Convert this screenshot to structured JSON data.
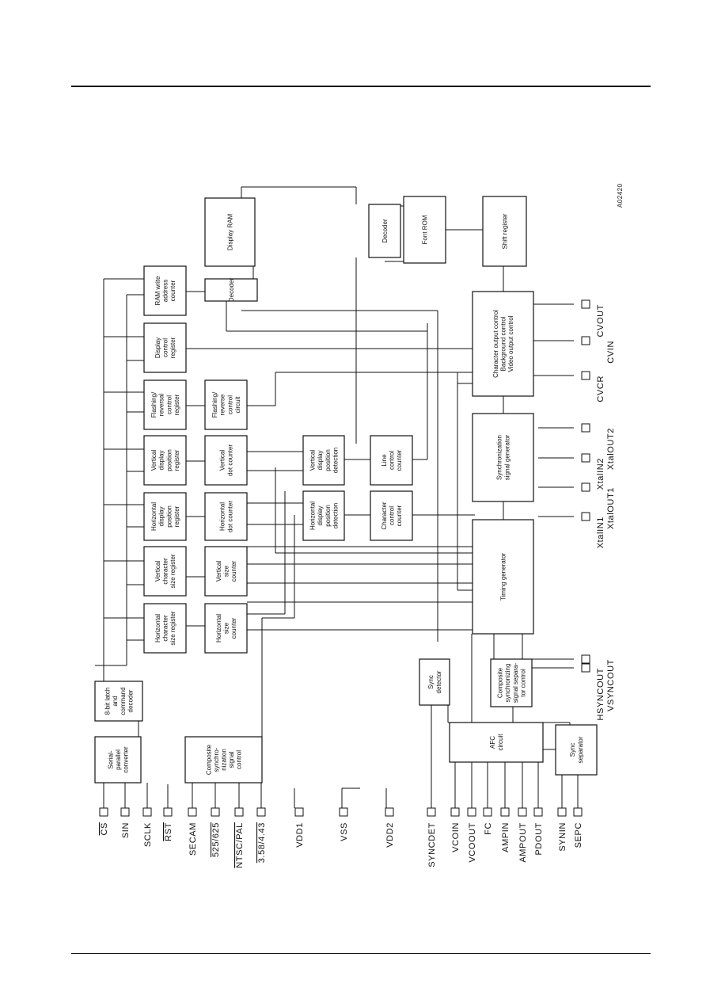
{
  "blocks": [
    {
      "id": "sp",
      "lines": [
        "Serial-",
        "parallel",
        "converter"
      ]
    },
    {
      "id": "latch",
      "lines": [
        "8-bit latch",
        "and",
        "command",
        "decoder"
      ]
    },
    {
      "id": "csc",
      "lines": [
        "Composite",
        "synchro-",
        "nization",
        "signal",
        "control"
      ]
    },
    {
      "id": "hcs",
      "lines": [
        "Horizontal",
        "character",
        "size register"
      ]
    },
    {
      "id": "vcs",
      "lines": [
        "Vertical",
        "character",
        "size register"
      ]
    },
    {
      "id": "hdp",
      "lines": [
        "Horizontal",
        "display",
        "position",
        "register"
      ]
    },
    {
      "id": "vdp",
      "lines": [
        "Vertical",
        "display",
        "position",
        "register"
      ]
    },
    {
      "id": "frc",
      "lines": [
        "Flashing/",
        "reversal",
        "control",
        "register"
      ]
    },
    {
      "id": "dcr",
      "lines": [
        "Display",
        "control",
        "register"
      ]
    },
    {
      "id": "rwa",
      "lines": [
        "RAM write",
        "address",
        "counter"
      ]
    },
    {
      "id": "hsc",
      "lines": [
        "Horizontal",
        "size",
        "counter"
      ]
    },
    {
      "id": "vsc",
      "lines": [
        "Vertical",
        "size",
        "counter"
      ]
    },
    {
      "id": "hdc",
      "lines": [
        "Horizontal",
        "dot counter"
      ]
    },
    {
      "id": "vdc",
      "lines": [
        "Vertical",
        "dot counter"
      ]
    },
    {
      "id": "frcc",
      "lines": [
        "Flashing/",
        "reverse",
        "control",
        "circuit"
      ]
    },
    {
      "id": "dec1",
      "lines": [
        "Decoder"
      ]
    },
    {
      "id": "dram",
      "lines": [
        "Display RAM"
      ]
    },
    {
      "id": "hdpd",
      "lines": [
        "Horizontal",
        "display",
        "position",
        "detection"
      ]
    },
    {
      "id": "vdpd",
      "lines": [
        "Vertical",
        "display",
        "position",
        "detection"
      ]
    },
    {
      "id": "dec2",
      "lines": [
        "Decoder"
      ]
    },
    {
      "id": "ccc",
      "lines": [
        "Character",
        "control",
        "counter"
      ]
    },
    {
      "id": "lcc",
      "lines": [
        "Line",
        "control",
        "counter"
      ]
    },
    {
      "id": "from",
      "lines": [
        "Font ROM"
      ]
    },
    {
      "id": "sreg",
      "lines": [
        "Shift register"
      ]
    },
    {
      "id": "sdet",
      "lines": [
        "Sync",
        "detector"
      ]
    },
    {
      "id": "csep",
      "lines": [
        "Composite",
        "synchronizing",
        "signal separa-",
        "tor control"
      ]
    },
    {
      "id": "tgen",
      "lines": [
        "Timing generator"
      ]
    },
    {
      "id": "ssg",
      "lines": [
        "Synchronization",
        "signal generator"
      ]
    },
    {
      "id": "coc",
      "lines": [
        "Character output control",
        "Background control",
        "Video output control"
      ]
    },
    {
      "id": "afc",
      "lines": [
        "AFC",
        "circuit"
      ]
    },
    {
      "id": "ssep",
      "lines": [
        "Sync",
        "separator"
      ]
    }
  ],
  "left_pins": [
    {
      "id": "cs",
      "label": "CS"
    },
    {
      "id": "sin",
      "label": "SIN"
    },
    {
      "id": "sclk",
      "label": "SCLK"
    },
    {
      "id": "rst",
      "label": "RST"
    },
    {
      "id": "secam",
      "label": "SECAM"
    },
    {
      "id": "p525",
      "label": "525/625"
    },
    {
      "id": "ntsc",
      "label": "NTSC/PAL"
    },
    {
      "id": "fsc",
      "label": "3.58/4.43"
    },
    {
      "id": "vdd1",
      "label": "VDD1"
    },
    {
      "id": "vss",
      "label": "VSS"
    },
    {
      "id": "vdd2",
      "label": "VDD2"
    },
    {
      "id": "syncdet",
      "label": "SYNCDET"
    },
    {
      "id": "vcoin",
      "label": "VCOIN"
    },
    {
      "id": "vcoout",
      "label": "VCOOUT"
    },
    {
      "id": "fc",
      "label": "FC"
    },
    {
      "id": "ampin",
      "label": "AMPIN"
    },
    {
      "id": "ampout",
      "label": "AMPOUT"
    },
    {
      "id": "pdout",
      "label": "PDOUT"
    },
    {
      "id": "synin",
      "label": "SYNIN"
    },
    {
      "id": "sepc",
      "label": "SEPC"
    }
  ],
  "right_pins": [
    {
      "id": "hsync",
      "label": "HSYNCOUT"
    },
    {
      "id": "vsync",
      "label": "VSYNCOUT"
    },
    {
      "id": "xin1",
      "label": "XtalIN1"
    },
    {
      "id": "xout1",
      "label": "XtalOUT1"
    },
    {
      "id": "xin2",
      "label": "XtalIN2"
    },
    {
      "id": "xout2",
      "label": "XtalOUT2"
    },
    {
      "id": "cvcr",
      "label": "CVCR"
    },
    {
      "id": "cvin",
      "label": "CVIN"
    },
    {
      "id": "cvout",
      "label": "CVOUT"
    }
  ],
  "reference": "A02420"
}
